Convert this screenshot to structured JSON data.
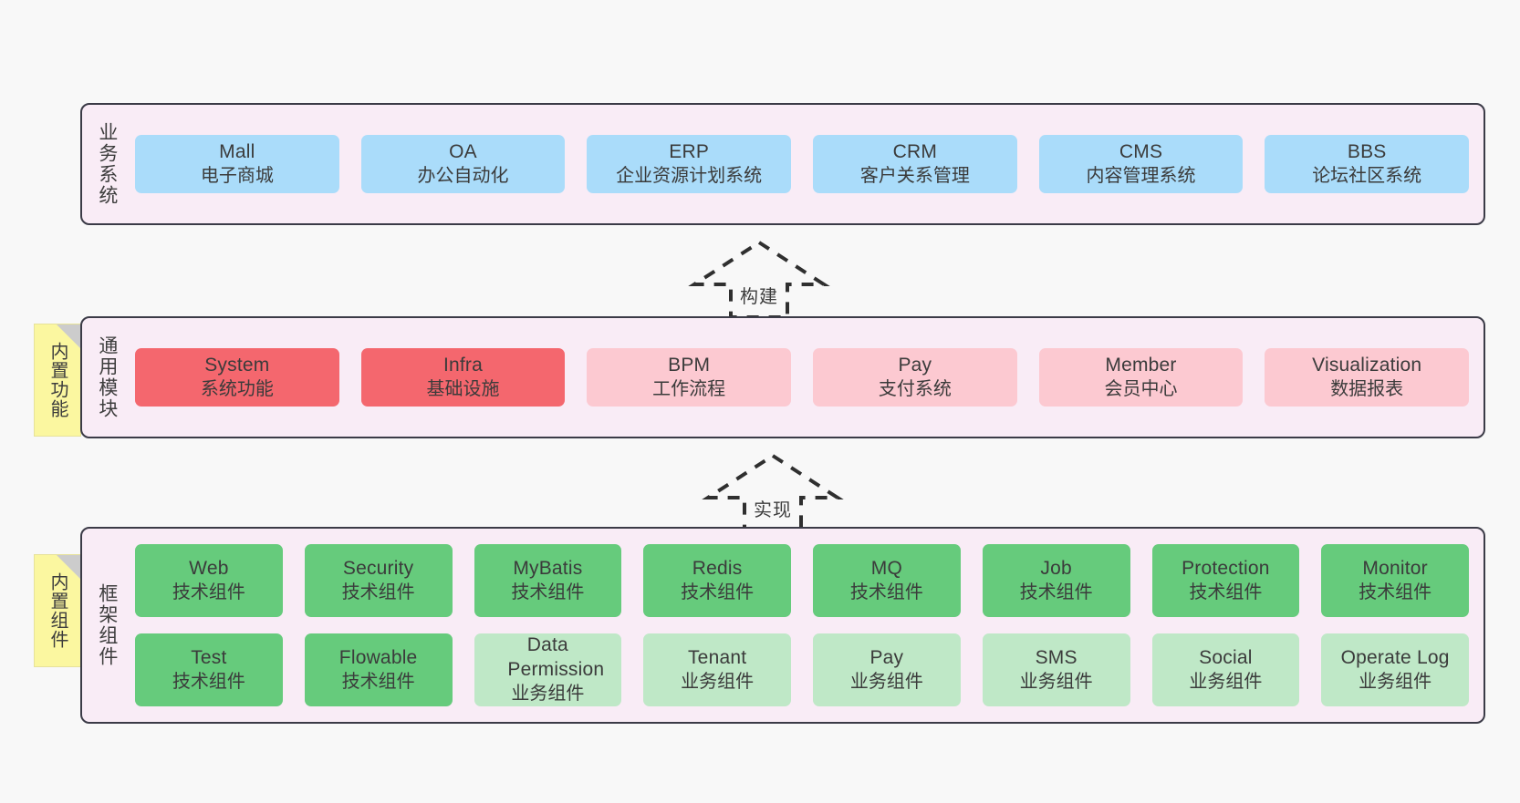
{
  "diagram": {
    "title": "ruoyi-vue-pro architecture layers",
    "colors": {
      "band_bg": "#f9ecf6",
      "band_border": "#3b3b47",
      "blue": "#aadcfa",
      "red": "#f4676e",
      "pink": "#fcc9d1",
      "green": "#66cb7c",
      "light_green": "#bfe8c7",
      "sticky": "#fbf7a0",
      "page_bg": "#f8f8f8"
    }
  },
  "sections": [
    {
      "id": "business-systems",
      "label": "业务系统",
      "sticky": null,
      "rows": [
        {
          "cards": [
            {
              "title": "Mall",
              "subtitle": "电子商城",
              "style": "c-blue"
            },
            {
              "title": "OA",
              "subtitle": "办公自动化",
              "style": "c-blue"
            },
            {
              "title": "ERP",
              "subtitle": "企业资源计划系统",
              "style": "c-blue"
            },
            {
              "title": "CRM",
              "subtitle": "客户关系管理",
              "style": "c-blue"
            },
            {
              "title": "CMS",
              "subtitle": "内容管理系统",
              "style": "c-blue"
            },
            {
              "title": "BBS",
              "subtitle": "论坛社区系统",
              "style": "c-blue"
            }
          ]
        }
      ]
    },
    {
      "id": "common-modules",
      "label": "通用模块",
      "sticky": "内置功能",
      "rows": [
        {
          "cards": [
            {
              "title": "System",
              "subtitle": "系统功能",
              "style": "c-red"
            },
            {
              "title": "Infra",
              "subtitle": "基础设施",
              "style": "c-red"
            },
            {
              "title": "BPM",
              "subtitle": "工作流程",
              "style": "c-pink"
            },
            {
              "title": "Pay",
              "subtitle": "支付系统",
              "style": "c-pink"
            },
            {
              "title": "Member",
              "subtitle": "会员中心",
              "style": "c-pink"
            },
            {
              "title": "Visualization",
              "subtitle": "数据报表",
              "style": "c-pink"
            }
          ]
        }
      ]
    },
    {
      "id": "framework-components",
      "label": "框架组件",
      "sticky": "内置组件",
      "rows": [
        {
          "cards": [
            {
              "title": "Web",
              "subtitle": "技术组件",
              "style": "c-green"
            },
            {
              "title": "Security",
              "subtitle": "技术组件",
              "style": "c-green"
            },
            {
              "title": "MyBatis",
              "subtitle": "技术组件",
              "style": "c-green"
            },
            {
              "title": "Redis",
              "subtitle": "技术组件",
              "style": "c-green"
            },
            {
              "title": "MQ",
              "subtitle": "技术组件",
              "style": "c-green"
            },
            {
              "title": "Job",
              "subtitle": "技术组件",
              "style": "c-green"
            },
            {
              "title": "Protection",
              "subtitle": "技术组件",
              "style": "c-green"
            },
            {
              "title": "Monitor",
              "subtitle": "技术组件",
              "style": "c-green"
            }
          ]
        },
        {
          "cards": [
            {
              "title": "Test",
              "subtitle": "技术组件",
              "style": "c-green"
            },
            {
              "title": "Flowable",
              "subtitle": "技术组件",
              "style": "c-green"
            },
            {
              "title": "Data Permission",
              "subtitle": "业务组件",
              "style": "c-lightgreen"
            },
            {
              "title": "Tenant",
              "subtitle": "业务组件",
              "style": "c-lightgreen"
            },
            {
              "title": "Pay",
              "subtitle": "业务组件",
              "style": "c-lightgreen"
            },
            {
              "title": "SMS",
              "subtitle": "业务组件",
              "style": "c-lightgreen"
            },
            {
              "title": "Social",
              "subtitle": "业务组件",
              "style": "c-lightgreen"
            },
            {
              "title": "Operate Log",
              "subtitle": "业务组件",
              "style": "c-lightgreen"
            }
          ]
        }
      ]
    }
  ],
  "arrows": [
    {
      "id": "build-arrow",
      "label": "构建",
      "direction": "up"
    },
    {
      "id": "implement-arrow",
      "label": "实现",
      "direction": "up"
    }
  ]
}
